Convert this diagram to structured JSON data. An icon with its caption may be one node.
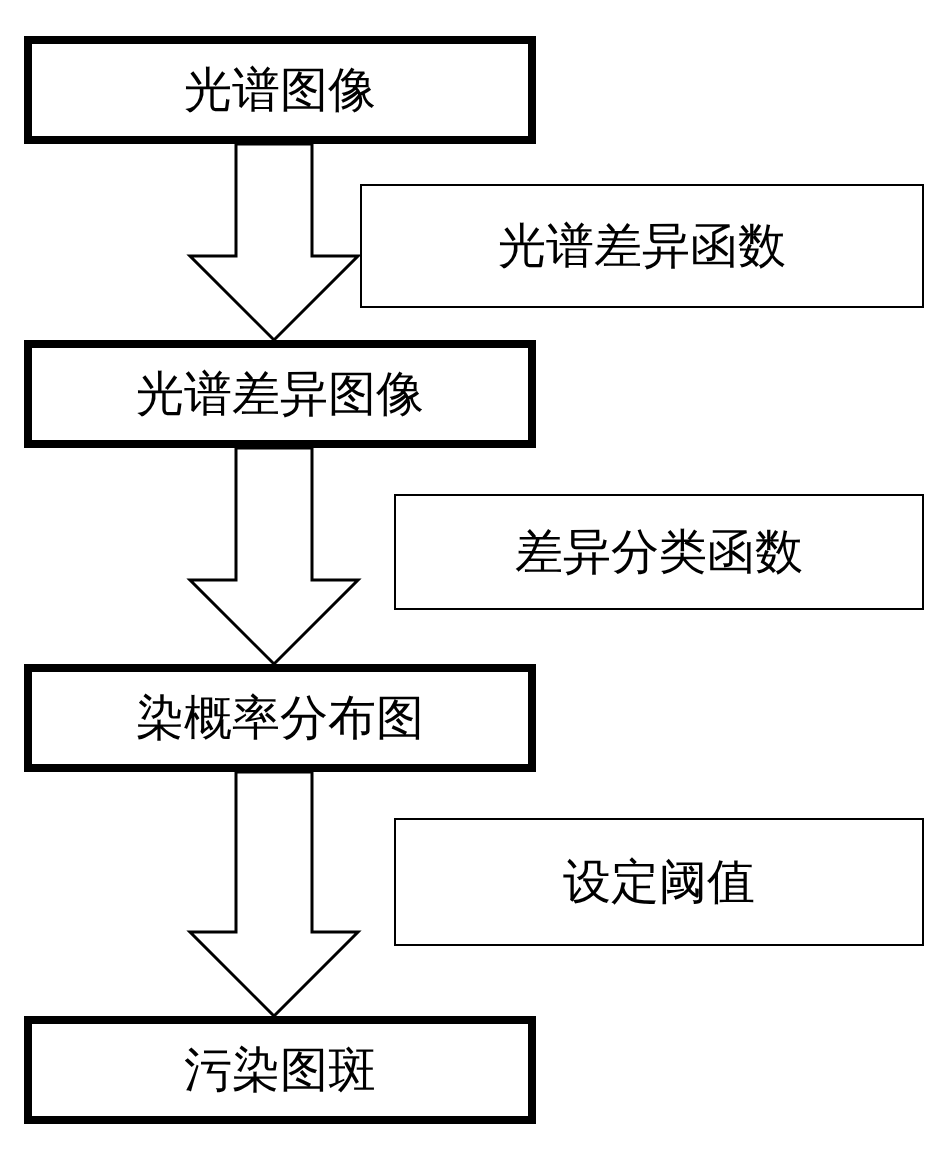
{
  "diagram": {
    "nodes": [
      {
        "text": [
          "光谱图像"
        ]
      },
      {
        "text": [
          "光谱差异函数"
        ]
      },
      {
        "text": [
          "光谱差异图像"
        ]
      },
      {
        "text": [
          "差异分类函数"
        ]
      },
      {
        "text": [
          "染概率分布图"
        ]
      },
      {
        "text": [
          "设定阈值"
        ]
      },
      {
        "text": [
          "污染图斑"
        ]
      }
    ],
    "edges": [
      {
        "from": 0,
        "to": 2,
        "arrow": "to"
      },
      {
        "from": 2,
        "to": 4,
        "arrow": "to"
      },
      {
        "from": 4,
        "to": 6,
        "arrow": "to"
      }
    ]
  }
}
